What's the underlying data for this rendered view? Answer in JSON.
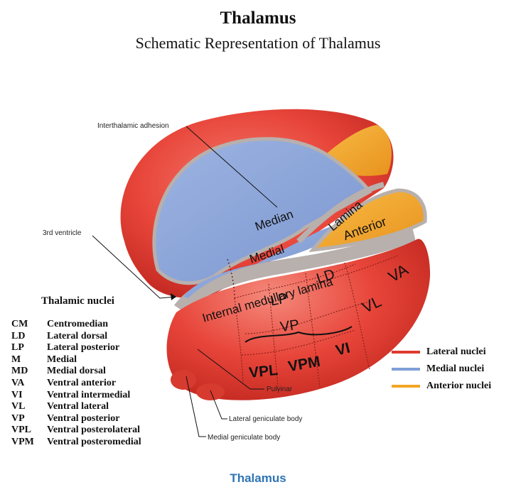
{
  "title": "Thalamus",
  "subtitle": "Schematic Representation of Thalamus",
  "caption": "Thalamus",
  "labels": {
    "interthalamic_adhesion": "Interthalamic adhesion",
    "third_ventricle": "3rd ventricle",
    "pulvinar": "Pulvinar",
    "lateral_geniculate": "Lateral geniculate body",
    "medial_geniculate": "Medial geniculate body"
  },
  "regions": {
    "median": "Median",
    "medial": "Medial",
    "lamina_upper": "Lamina",
    "anterior": "Anterior",
    "internal_medullary_lamina": "Internal medullary lamina",
    "LD": "LD",
    "VA": "VA",
    "LP": "LP",
    "VL": "VL",
    "VP": "VP",
    "VPL": "VPL",
    "VPM": "VPM",
    "VI": "VI"
  },
  "nuclei_heading": "Thalamic nuclei",
  "nuclei": [
    {
      "abbr": "CM",
      "name": "Centromedian"
    },
    {
      "abbr": "LD",
      "name": "Lateral dorsal"
    },
    {
      "abbr": "LP",
      "name": "Lateral posterior"
    },
    {
      "abbr": "M",
      "name": "Medial"
    },
    {
      "abbr": "MD",
      "name": "Medial dorsal"
    },
    {
      "abbr": "VA",
      "name": "Ventral anterior"
    },
    {
      "abbr": "VI",
      "name": "Ventral intermedial"
    },
    {
      "abbr": "VL",
      "name": "Ventral lateral"
    },
    {
      "abbr": "VP",
      "name": "Ventral posterior"
    },
    {
      "abbr": "VPL",
      "name": "Ventral posterolateral"
    },
    {
      "abbr": "VPM",
      "name": "Ventral posteromedial"
    }
  ],
  "legend": [
    {
      "label": "Lateral nuclei",
      "color": "#e03a2e"
    },
    {
      "label": "Medial nuclei",
      "color": "#7f9fd6"
    },
    {
      "label": "Anterior nuclei",
      "color": "#f3a623"
    }
  ],
  "colors": {
    "lateral": "#e8453a",
    "medial": "#8fa9da",
    "anterior": "#f2a42c",
    "lamina": "#b8b0ad",
    "caption": "#2e74b5"
  }
}
